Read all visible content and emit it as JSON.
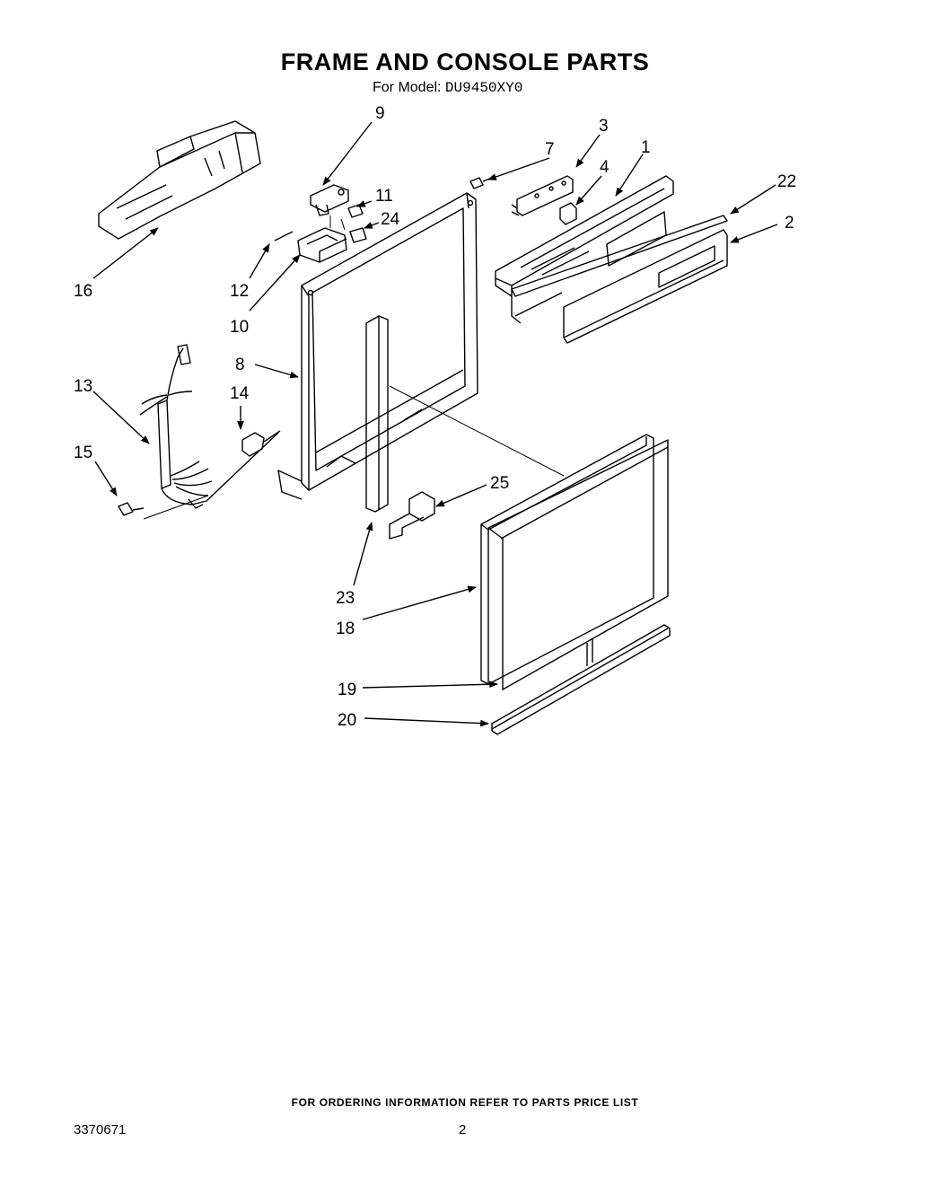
{
  "header": {
    "title": "FRAME AND CONSOLE PARTS",
    "model_prefix": "For Model:",
    "model": "DU9450XY0"
  },
  "callouts": {
    "c1": "1",
    "c2": "2",
    "c3": "3",
    "c4": "4",
    "c7": "7",
    "c8": "8",
    "c9": "9",
    "c10": "10",
    "c11": "11",
    "c12": "12",
    "c13": "13",
    "c14": "14",
    "c15": "15",
    "c16": "16",
    "c18": "18",
    "c19": "19",
    "c20": "20",
    "c22": "22",
    "c23": "23",
    "c24": "24",
    "c25": "25"
  },
  "footer": {
    "ordering_note": "FOR ORDERING INFORMATION REFER TO PARTS PRICE LIST",
    "document_number": "3370671",
    "page_number": "2"
  }
}
